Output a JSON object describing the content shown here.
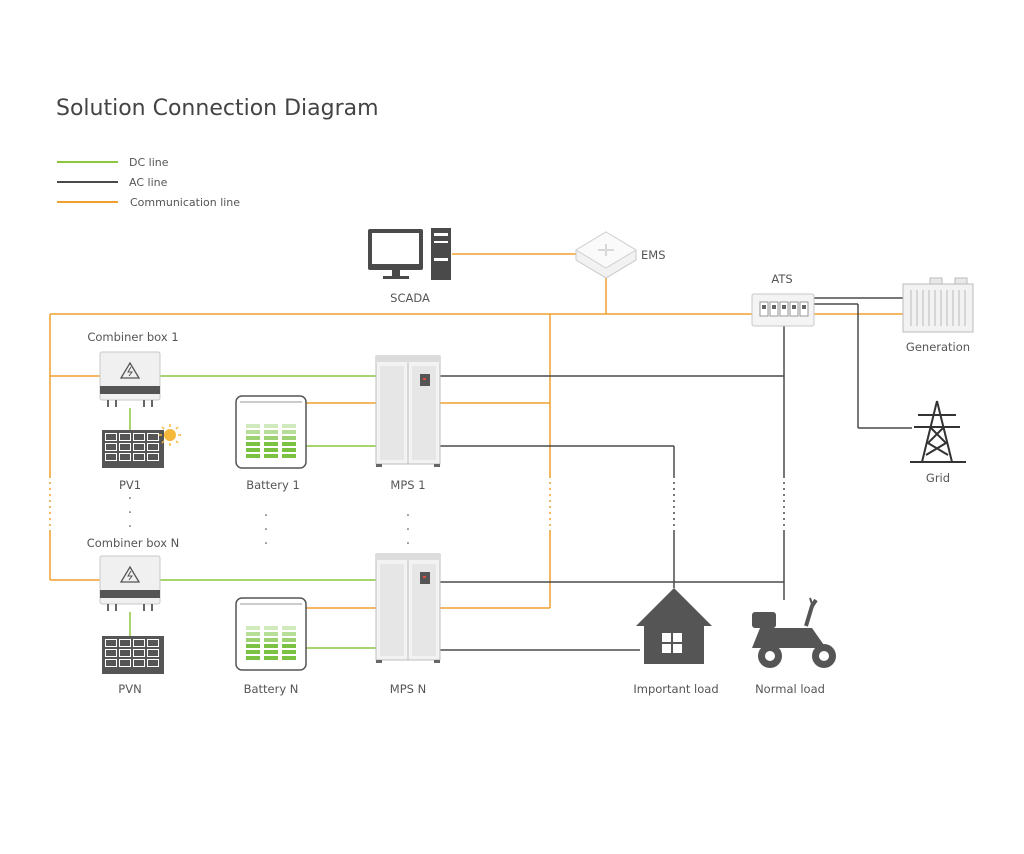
{
  "title": "Solution Connection Diagram",
  "legend": [
    {
      "label": "DC line",
      "color": "#8cc63f"
    },
    {
      "label": "AC line",
      "color": "#4a4a4a"
    },
    {
      "label": "Communication line",
      "color": "#f0a030"
    }
  ],
  "nodes": {
    "scada": "SCADA",
    "ems": "EMS",
    "ats": "ATS",
    "generation": "Generation",
    "grid": "Grid",
    "combiner_1": "Combiner box 1",
    "combiner_n": "Combiner box N",
    "pv_1": "PV1",
    "pv_n": "PVN",
    "battery_1": "Battery 1",
    "battery_n": "Battery N",
    "mps_1": "MPS 1",
    "mps_n": "MPS N",
    "important_load": "Important load",
    "normal_load": "Normal load"
  },
  "colors": {
    "dc": "#8cc63f",
    "ac": "#4a4a4a",
    "comm": "#f0a030",
    "icon_dark": "#555555",
    "battery_green": "#7cc242"
  }
}
